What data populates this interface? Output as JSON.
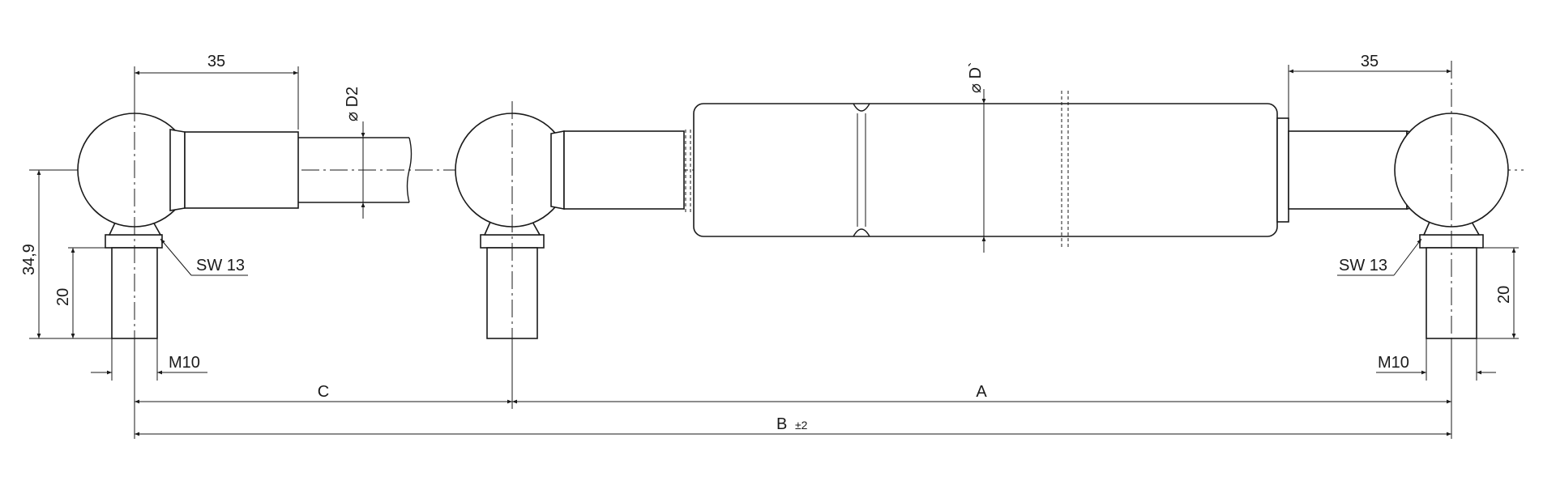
{
  "drawing": {
    "labels": {
      "top_left_35": "35",
      "top_right_35": "35",
      "d2": "D2",
      "d_prime": "D`",
      "sw_left": "SW 13",
      "sw_right": "SW 13",
      "height_349": "34,9",
      "left_20": "20",
      "right_20": "20",
      "m10_left": "M10",
      "m10_right": "M10",
      "c": "C",
      "a": "A",
      "b": "B",
      "b_tol": "±2"
    },
    "diameter_symbol": "⌀",
    "line_color": "#1a1a1a",
    "background": "#ffffff"
  }
}
